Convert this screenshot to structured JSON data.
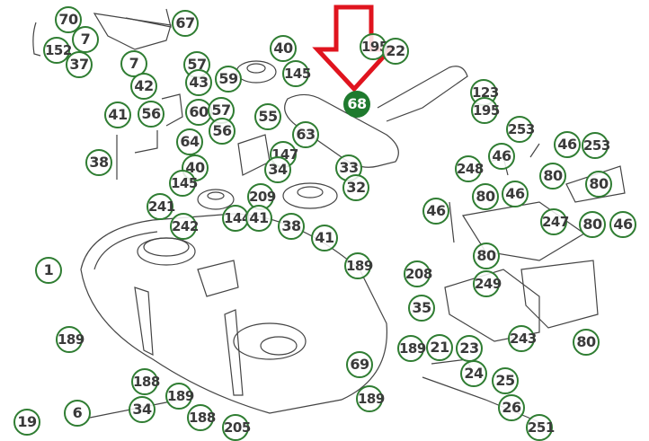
{
  "diagram": {
    "highlighted_part": "68",
    "arrow_color": "#e0141e",
    "callout_color": "#2f7d32",
    "callouts": [
      "70",
      "7",
      "152",
      "37",
      "7",
      "67",
      "40",
      "145",
      "57",
      "43",
      "59",
      "42",
      "41",
      "56",
      "60",
      "57",
      "56",
      "55",
      "63",
      "147",
      "34",
      "64",
      "38",
      "40",
      "145",
      "209",
      "144",
      "41",
      "241",
      "242",
      "38",
      "41",
      "33",
      "32",
      "195",
      "22",
      "68",
      "123",
      "195",
      "46",
      "253",
      "46",
      "253",
      "248",
      "80",
      "80",
      "46",
      "46",
      "80",
      "247",
      "80",
      "46",
      "80",
      "249",
      "1",
      "189",
      "208",
      "35",
      "243",
      "80",
      "189",
      "189",
      "21",
      "23",
      "69",
      "24",
      "25",
      "26",
      "188",
      "189",
      "34",
      "189",
      "188",
      "6",
      "19",
      "205",
      "251"
    ]
  }
}
